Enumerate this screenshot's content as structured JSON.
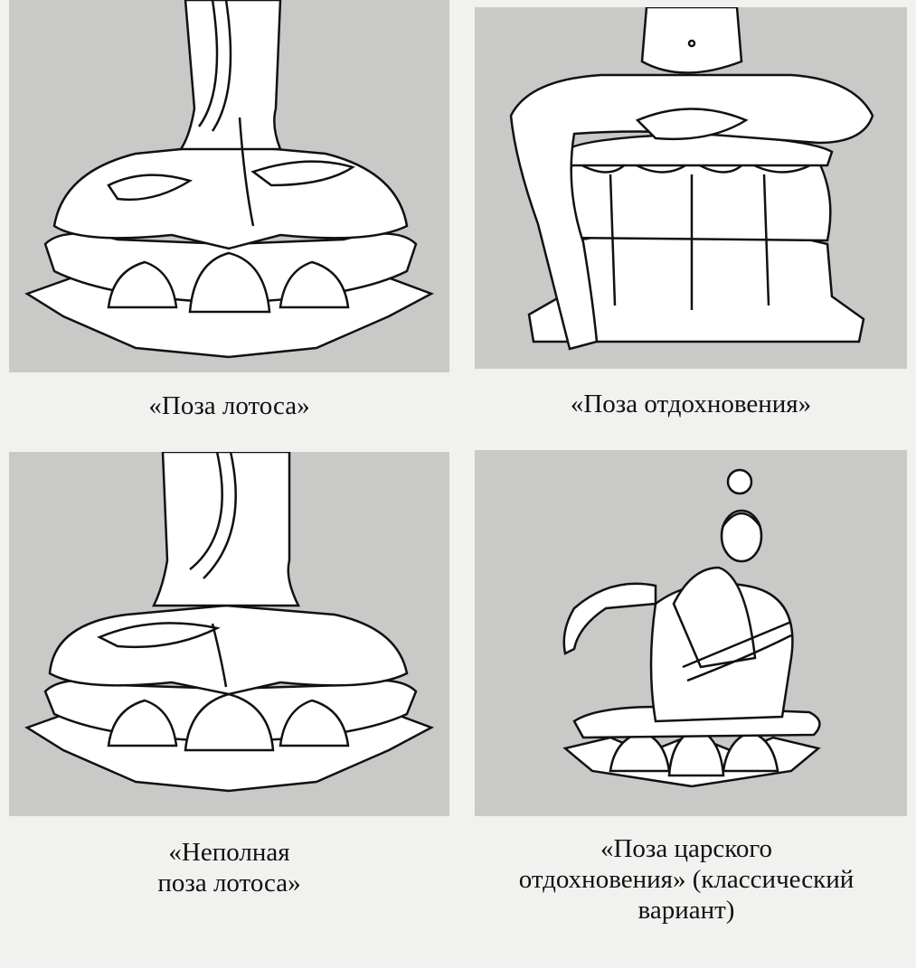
{
  "figures": [
    {
      "caption": "«Поза лотоса»"
    },
    {
      "caption": "«Поза отдохновения»"
    },
    {
      "caption": "«Неполная поза лотоса»",
      "caption_lines": [
        "«Неполная",
        "поза лотоса»"
      ]
    },
    {
      "caption": "«Поза царского отдохновения» (классический вариант)",
      "caption_lines": [
        "«Поза царского",
        "отдохновения» (классический",
        "вариант)"
      ]
    }
  ]
}
